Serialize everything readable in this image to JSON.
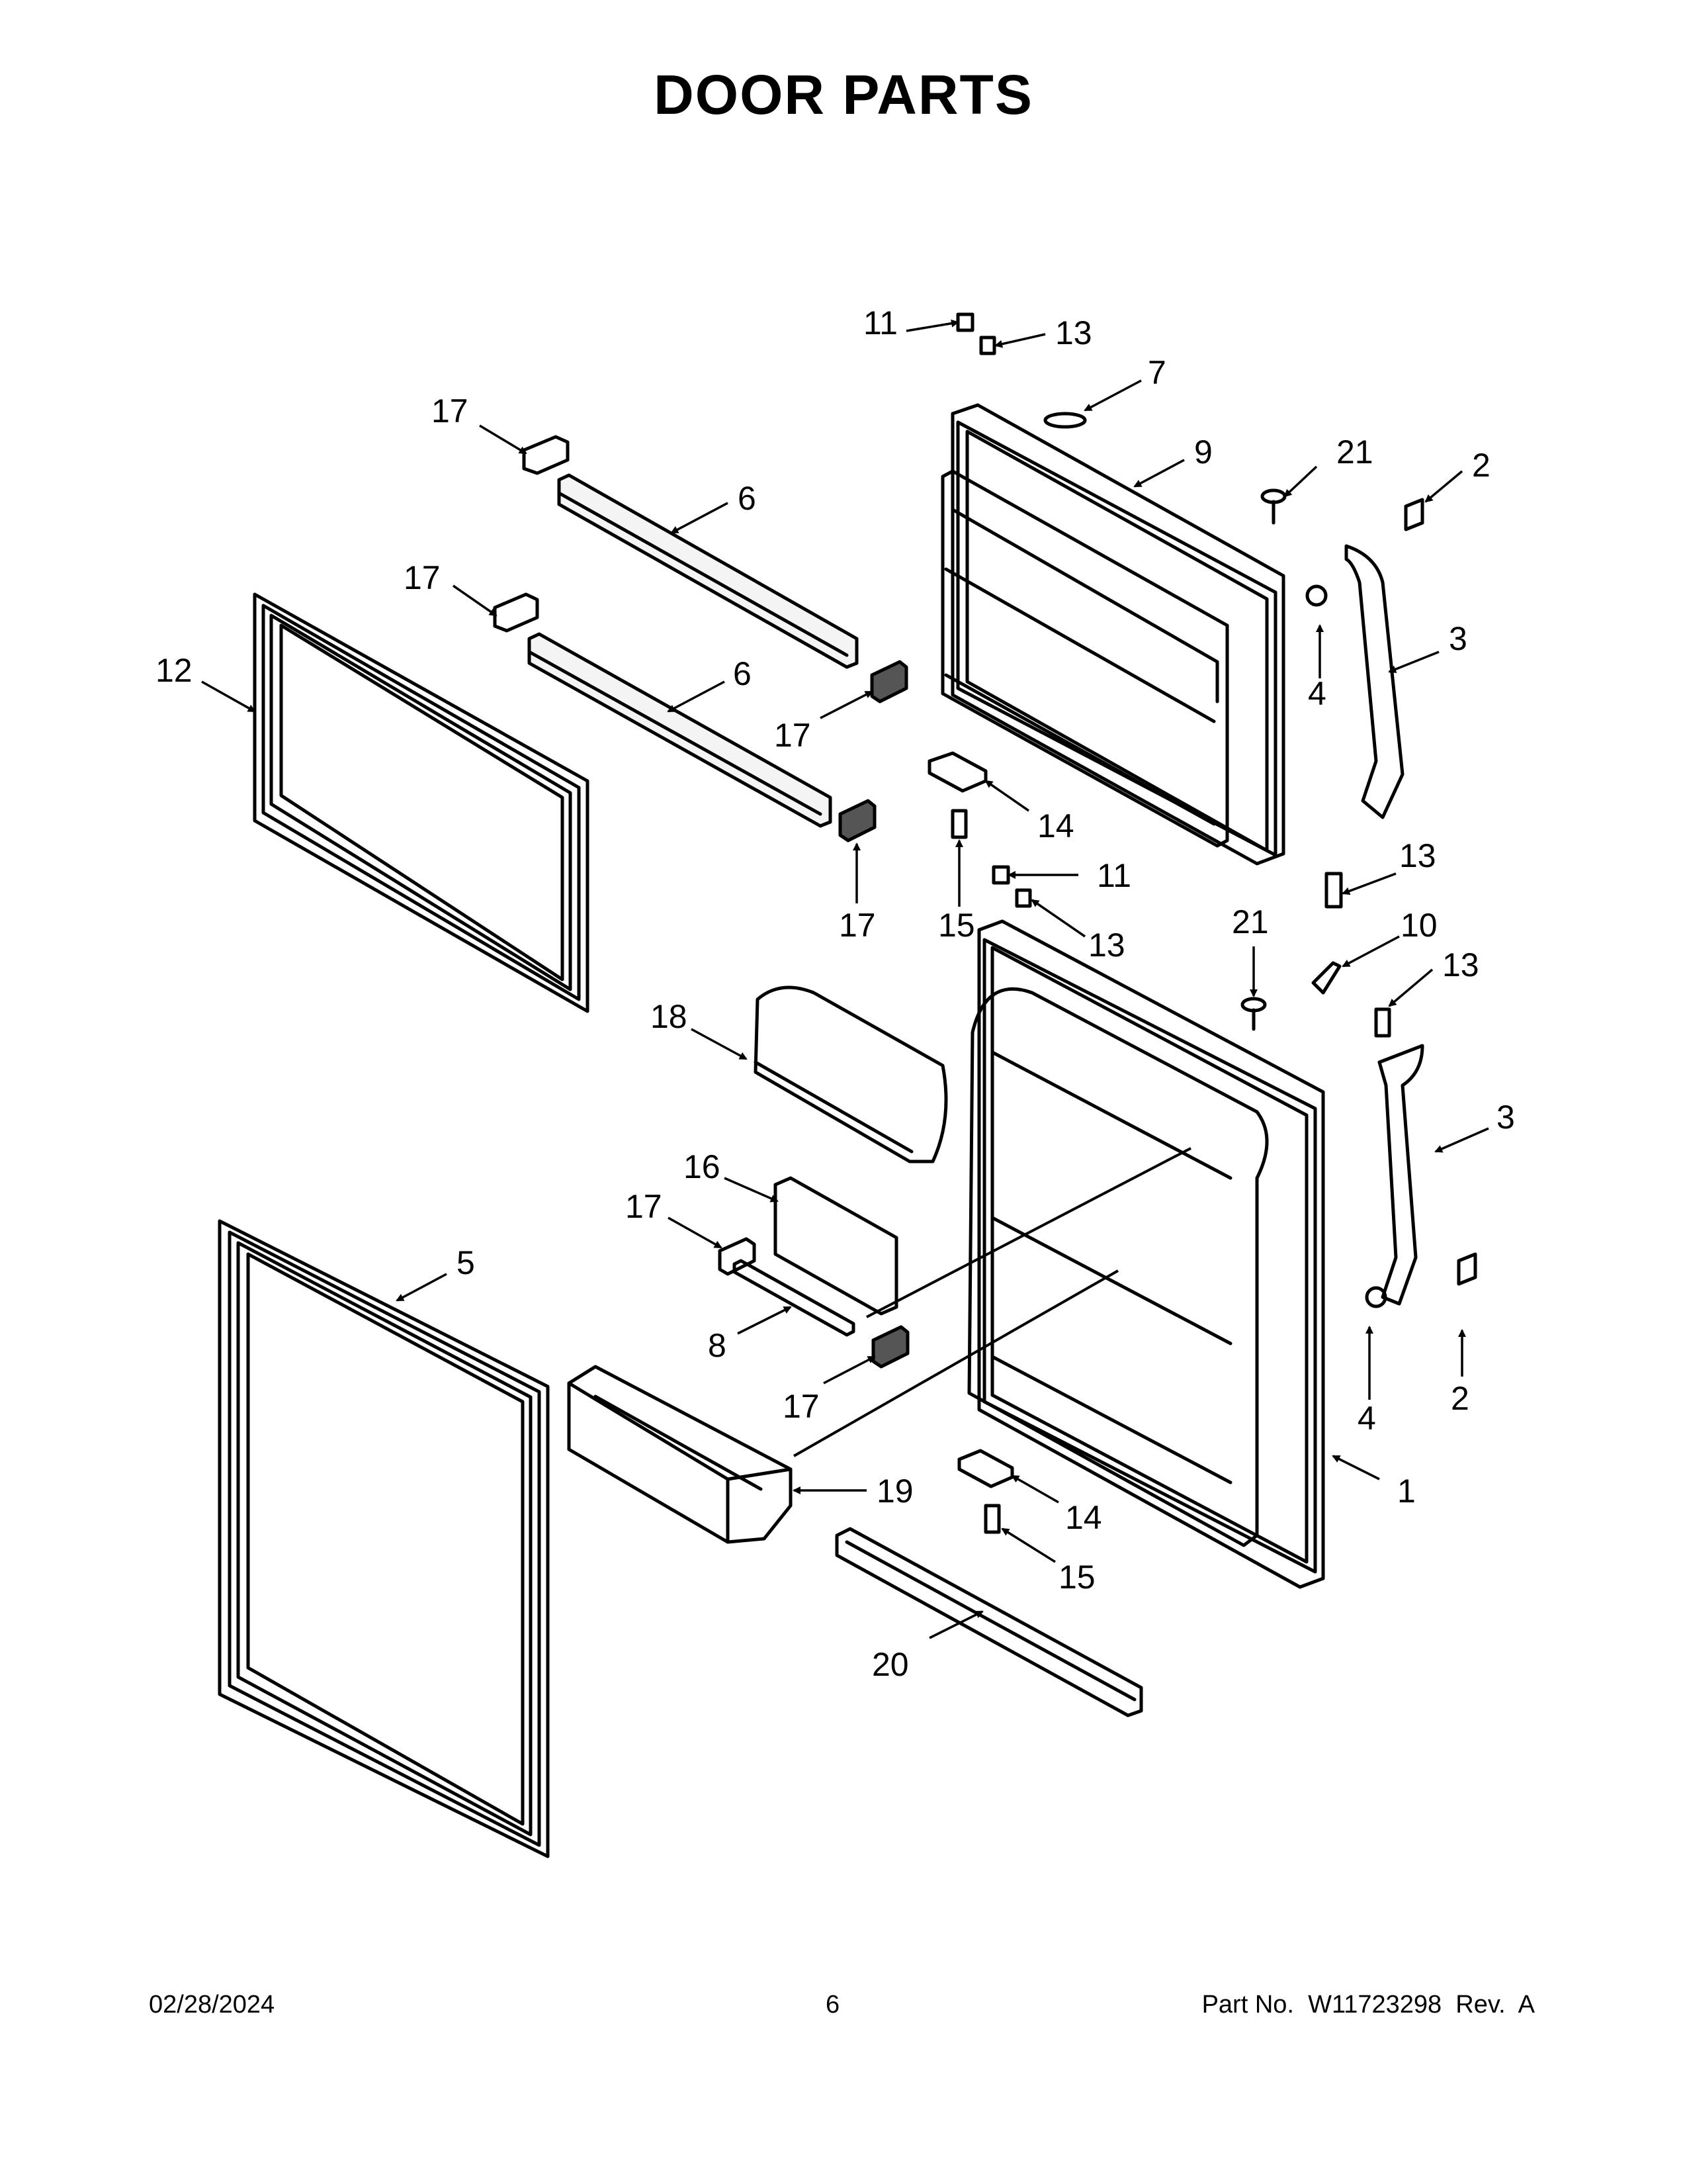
{
  "title": "DOOR PARTS",
  "footer": {
    "date": "02/28/2024",
    "page": "6",
    "part_no": "Part No.  W11723298  Rev.  A"
  },
  "callouts": {
    "c1": "1",
    "c2a": "2",
    "c2b": "2",
    "c3a": "3",
    "c3b": "3",
    "c4a": "4",
    "c4b": "4",
    "c5": "5",
    "c6a": "6",
    "c6b": "6",
    "c7": "7",
    "c8": "8",
    "c9": "9",
    "c10": "10",
    "c11a": "11",
    "c11b": "11",
    "c12": "12",
    "c13a": "13",
    "c13b": "13",
    "c13c": "13",
    "c13d": "13",
    "c14a": "14",
    "c14b": "14",
    "c15a": "15",
    "c15b": "15",
    "c16": "16",
    "c17a": "17",
    "c17b": "17",
    "c17c": "17",
    "c17d": "17",
    "c17e": "17",
    "c17f": "17",
    "c18": "18",
    "c19": "19",
    "c20": "20",
    "c21a": "21",
    "c21b": "21"
  }
}
